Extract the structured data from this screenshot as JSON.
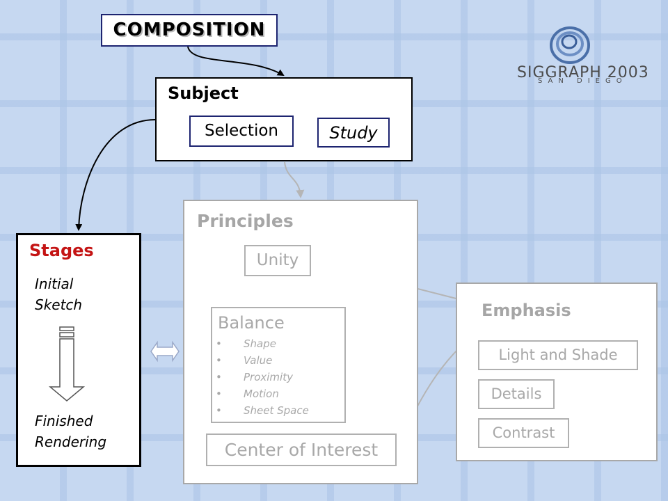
{
  "title": "COMPOSITION",
  "logo": {
    "name": "SIGGRAPH 2003",
    "location": "SAN DIEGO"
  },
  "subject": {
    "title": "Subject",
    "selection": "Selection",
    "study": "Study"
  },
  "stages": {
    "title": "Stages",
    "start_line1": "Initial",
    "start_line2": "Sketch",
    "end_line1": "Finished",
    "end_line2": "Rendering"
  },
  "principles": {
    "title": "Principles",
    "unity": "Unity",
    "balance": {
      "title": "Balance",
      "items": [
        "Shape",
        "Value",
        "Proximity",
        "Motion",
        "Sheet Space"
      ]
    },
    "center_of_interest": "Center of Interest"
  },
  "emphasis": {
    "title": "Emphasis",
    "items": [
      "Light and Shade",
      "Details",
      "Contrast"
    ]
  },
  "colors": {
    "box_border": "#1d2470",
    "stages_title": "#c41414",
    "inactive": "#a8a8a8",
    "background": "#c6d8f1"
  },
  "icons": [
    "swirl-logo-icon",
    "down-arrow-icon",
    "double-arrow-icon"
  ]
}
